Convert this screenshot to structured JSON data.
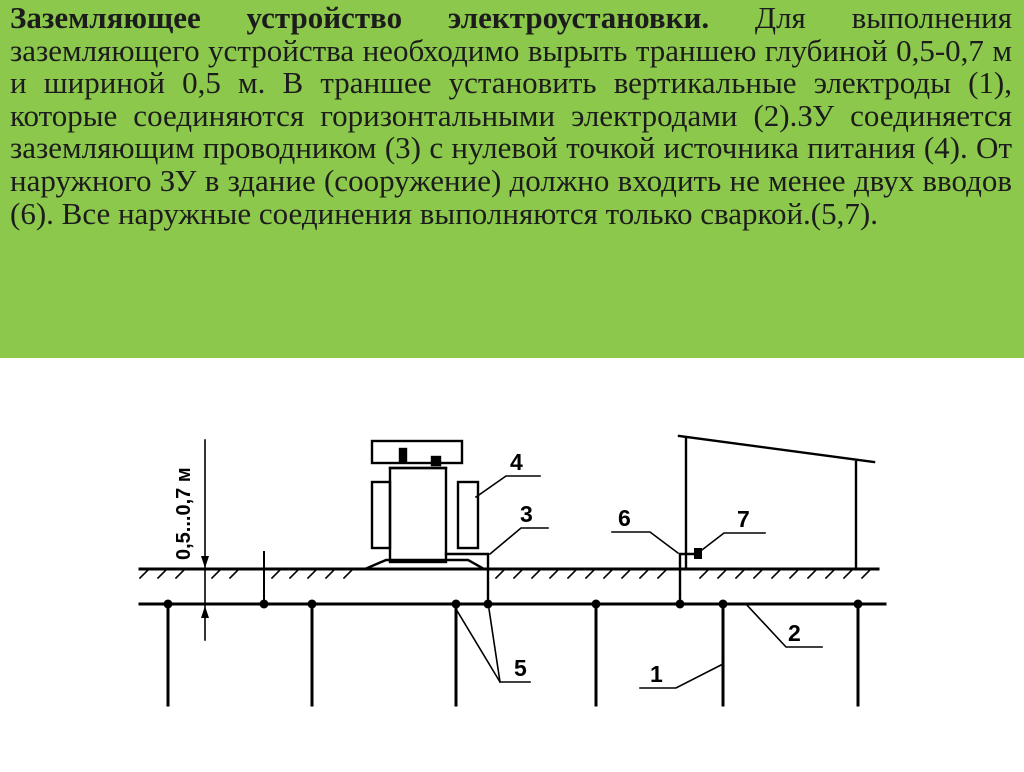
{
  "header": {
    "title": "Заземляющее устройство электроустановки.",
    "body": "Для выполнения заземляющего устройства необходимо вырыть траншею глубиной 0,5-0,7 м и шириной 0,5 м. В траншее установить вертикальные электроды (1), которые соединяются горизонтальными электродами (2).ЗУ соединяется заземляющим проводником (3) с нулевой точкой источника питания (4). От наружного ЗУ в здание (сооружение) должно входить не менее двух вводов (6). Все наружные соединения выполняются только сваркой.(5,7)."
  },
  "diagram": {
    "depth_label": "0,5...0,7 м",
    "callouts": {
      "c1": "1",
      "c2": "2",
      "c3": "3",
      "c4": "4",
      "c5": "5",
      "c6": "6",
      "c7": "7"
    },
    "colors": {
      "panel_bg": "#8cc84c",
      "line": "#000000"
    }
  }
}
